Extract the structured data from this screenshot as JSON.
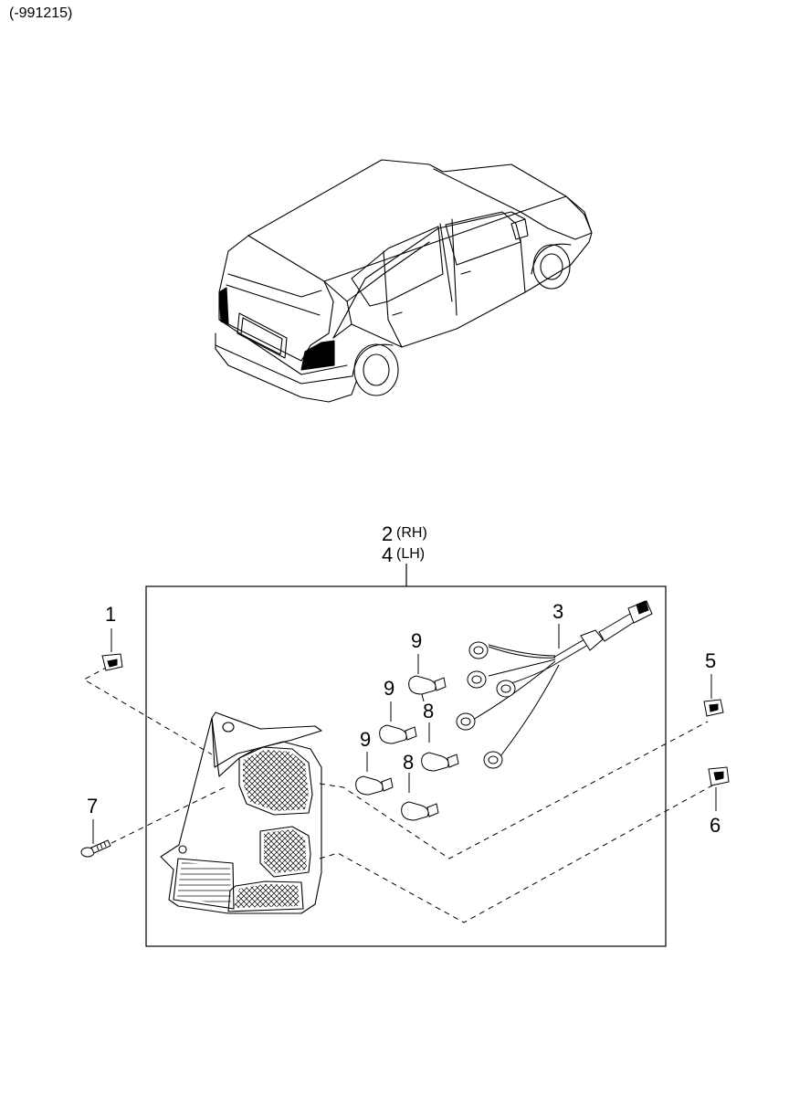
{
  "header": {
    "code": "(-991215)"
  },
  "assembly": {
    "rh_number": "2",
    "rh_suffix": "(RH)",
    "lh_number": "4",
    "lh_suffix": "(LH)"
  },
  "callouts": {
    "c1": "1",
    "c3": "3",
    "c5": "5",
    "c6": "6",
    "c7": "7",
    "c8a": "8",
    "c8b": "8",
    "c9a": "9",
    "c9b": "9",
    "c9c": "9"
  },
  "colors": {
    "line": "#000000",
    "fill": "#ffffff"
  }
}
